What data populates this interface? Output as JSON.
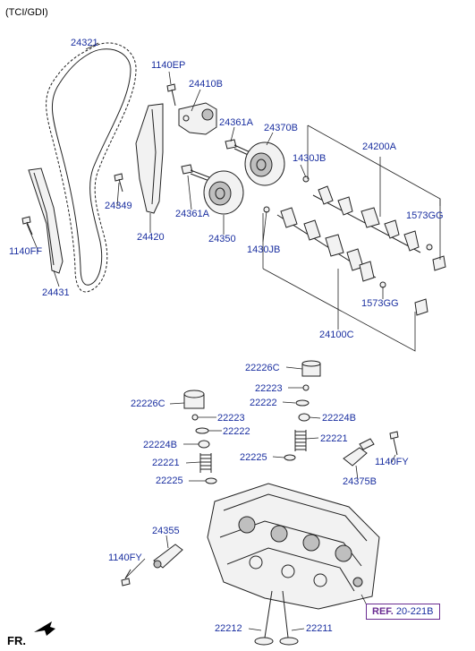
{
  "header": "(TCI/GDI)",
  "labels": {
    "p24321": "24321",
    "p1140EP": "1140EP",
    "p24410B": "24410B",
    "p24361A_1": "24361A",
    "p24370B": "24370B",
    "p24200A": "24200A",
    "p1430JB_1": "1430JB",
    "p24349": "24349",
    "p24361A_2": "24361A",
    "p1573GG_1": "1573GG",
    "p1140FF": "1140FF",
    "p24420": "24420",
    "p24350": "24350",
    "p1430JB_2": "1430JB",
    "p24431": "24431",
    "p1573GG_2": "1573GG",
    "p24100C": "24100C",
    "p22226C_1": "22226C",
    "p22223_1": "22223",
    "p22226C_2": "22226C",
    "p22222_1": "22222",
    "p22223_2": "22223",
    "p22224B_1": "22224B",
    "p22222_2": "22222",
    "p22221_1": "22221",
    "p22224B_2": "22224B",
    "p22225_1": "22225",
    "p1140FY_1": "1140FY",
    "p22221_2": "22221",
    "p22225_2": "22225",
    "p24375B": "24375B",
    "p24355": "24355",
    "p1140FY_2": "1140FY",
    "p22212": "22212",
    "p22211": "22211"
  },
  "ref": {
    "prefix": "REF.",
    "value": "20-221B"
  },
  "footer": "FR.",
  "colors": {
    "label": "#1a2fa0",
    "ref_prefix": "#6a2c91",
    "line": "#222222"
  }
}
